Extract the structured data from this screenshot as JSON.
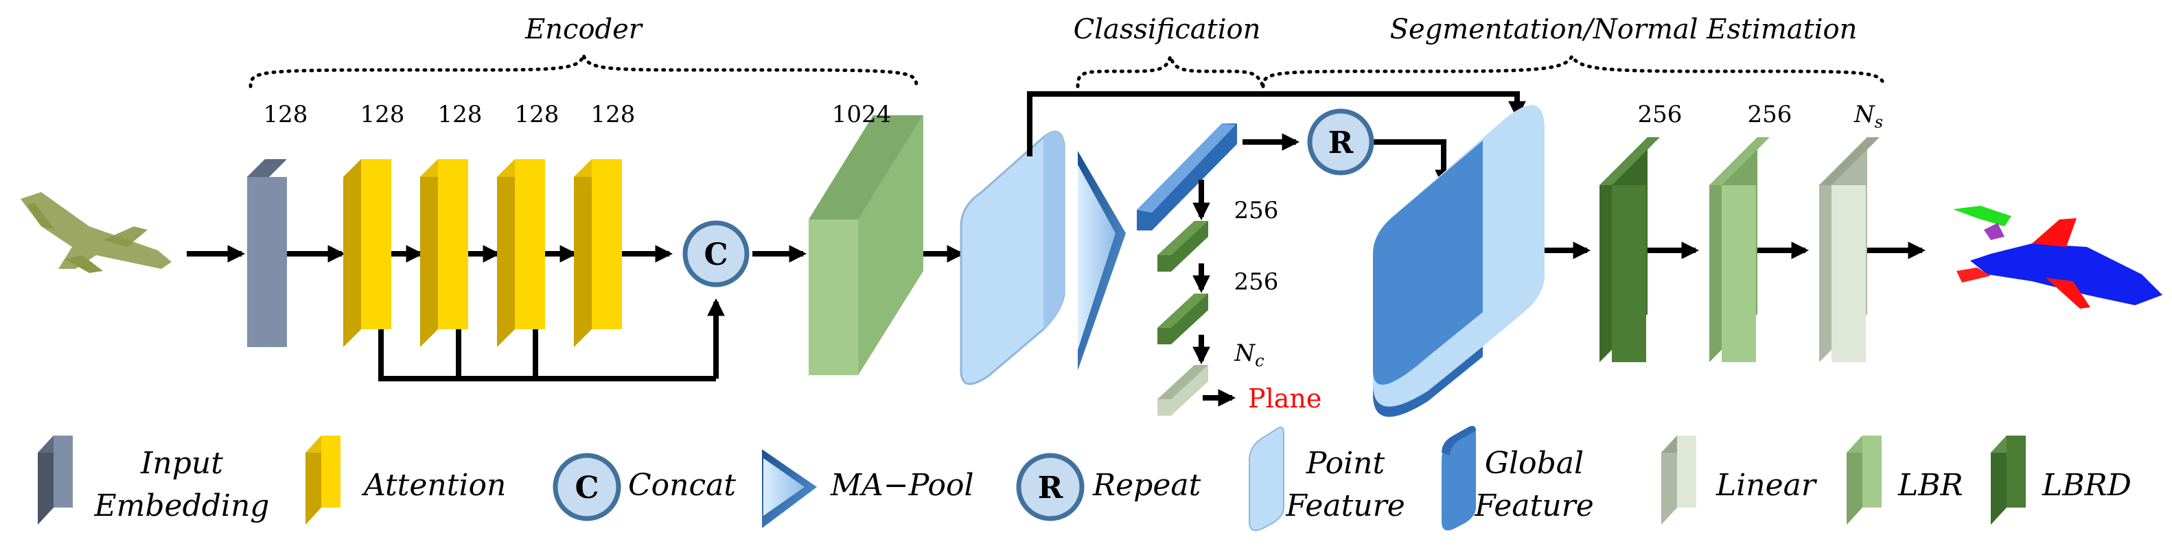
{
  "sections": {
    "encoder": "Encoder",
    "classification": "Classification",
    "segmentation": "Segmentation/Normal Estimation"
  },
  "dims": {
    "embed": "128",
    "att1": "128",
    "att2": "128",
    "att3": "128",
    "att4": "128",
    "lbr1024": "1024",
    "cls1": "256",
    "cls2": "256",
    "cls_out": "N",
    "cls_out_sub": "c",
    "seg1": "256",
    "seg2": "256",
    "seg_out": "N",
    "seg_out_sub": "s"
  },
  "nodes": {
    "concat": "C",
    "repeat": "R"
  },
  "plane_label": "Plane",
  "legend": {
    "input_embedding_1": "Input",
    "input_embedding_2": "Embedding",
    "attention": "Attention",
    "concat_symbol": "C",
    "concat": "Concat",
    "ma_pool": "MA−Pool",
    "repeat_symbol": "R",
    "repeat": "Repeat",
    "point_feature_1": "Point",
    "point_feature_2": "Feature",
    "global_feature_1": "Global",
    "global_feature_2": "Feature",
    "linear": "Linear",
    "lbr": "LBR",
    "lbrd": "LBRD"
  },
  "colors": {
    "input_embedding": "#7f8fa8",
    "attention": "#ffd700",
    "lbr": "#a3cc8c",
    "lbrd": "#4b7d34",
    "linear": "#dfe8d6",
    "point_feature": "#bcdcf8",
    "global_feature": "#4a8ad0",
    "node": "#c7dcf1",
    "plane": "#ff0000"
  },
  "icons": {
    "input_cloud": "airplane-point-cloud",
    "output_cloud": "segmented-airplane-point-cloud"
  }
}
